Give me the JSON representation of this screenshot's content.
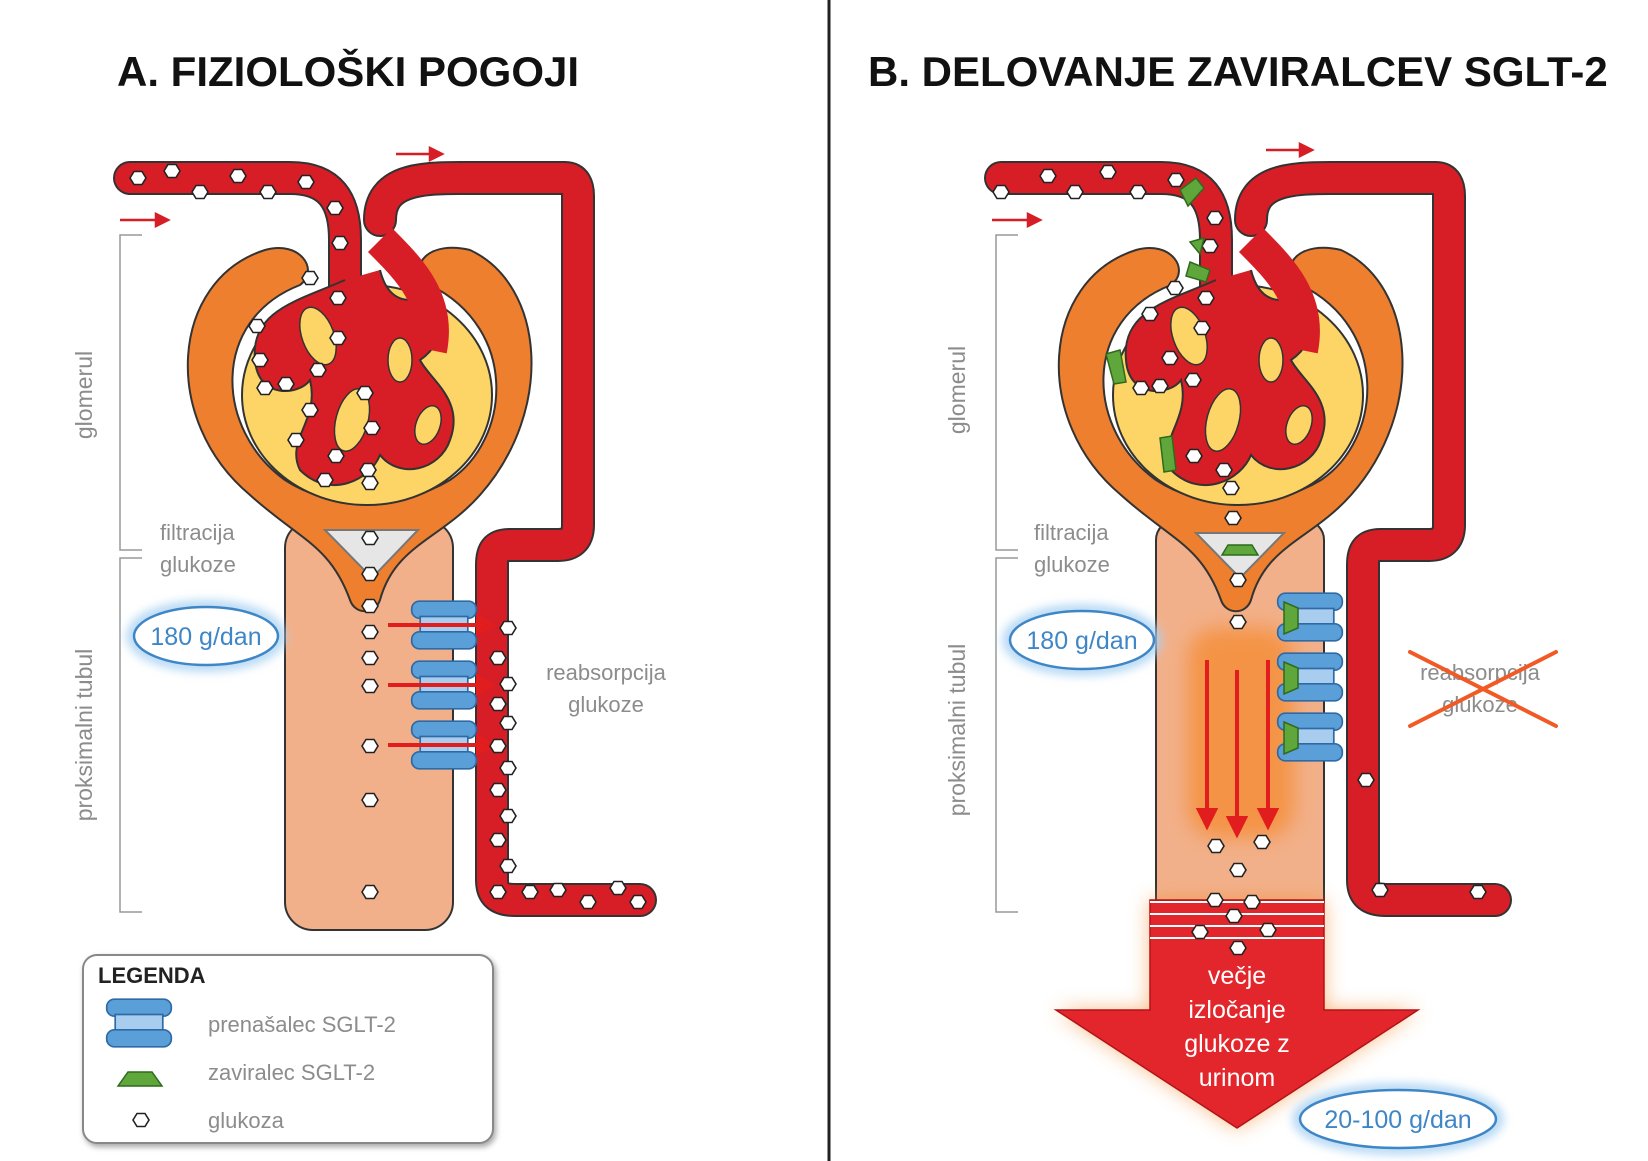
{
  "panel_a": {
    "title": "A. FIZIOLOŠKI POGOJI",
    "label_glomerul": "glomerul",
    "label_tubul": "proksimalni tubul",
    "label_filtration_1": "filtracija",
    "label_filtration_2": "glukoze",
    "filtration_rate": "180 g/dan",
    "label_reabsorption_1": "reabsorpcija",
    "label_reabsorption_2": "glukoze"
  },
  "panel_b": {
    "title": "B. DELOVANJE ZAVIRALCEV SGLT-2",
    "label_glomerul": "glomerul",
    "label_tubul": "proksimalni tubul",
    "label_filtration_1": "filtracija",
    "label_filtration_2": "glukoze",
    "filtration_rate": "180 g/dan",
    "label_reabsorption_1": "reabsorpcija",
    "label_reabsorption_2": "glukoze",
    "excretion_1": "večje",
    "excretion_2": "izločanje",
    "excretion_3": "glukoze z",
    "excretion_4": "urinom",
    "excretion_rate": "20-100 g/dan"
  },
  "legend": {
    "title": "LEGENDA",
    "items": [
      {
        "label": "prenašalec SGLT-2",
        "icon": "sglt2-transporter-icon"
      },
      {
        "label": "zaviralec SGLT-2",
        "icon": "sglt2-inhibitor-icon"
      },
      {
        "label": "glukoza",
        "icon": "glucose-icon"
      }
    ]
  },
  "colors": {
    "blood": "#d71e26",
    "capsule": "#ed7f2f",
    "capsule_inner": "#fdd566",
    "tubule": "#f2b08a",
    "transporter": "#5a9fd8",
    "inhibitor": "#5fa73a",
    "highlight": "#3f86c6"
  }
}
